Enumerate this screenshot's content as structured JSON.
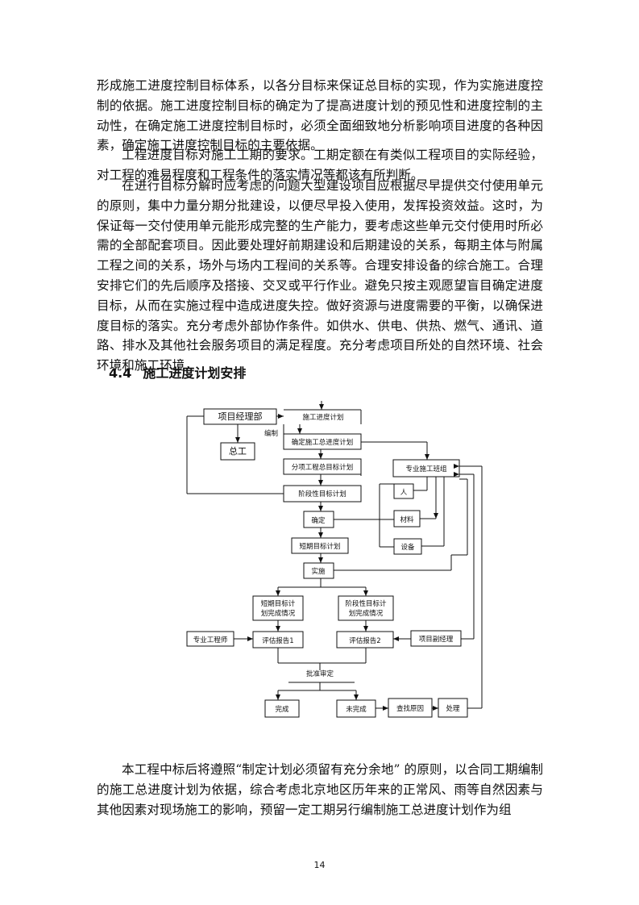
{
  "paragraphs": [
    "形成施工进度控制目标体系，以各分目标来保证总目标的实现，作为实施进度控制的依据。施工进度控制目标的确定为了提高进度计划的预见性和进度控制的主动性，在确定施工进度控制目标时，必须全面细致地分析影响项目进度的各种因素，确定施工进度控制目标的主要依据。",
    "工程进度目标对施工工期的要求。工期定额在有类似工程项目的实际经验，对工程的难易程度和工程条件的落实情况等都该有所判断。",
    "在进行目标分解时应考虑的问题大型建设项目应根据尽早提供交付使用单元的原则，集中力量分期分批建设，以便尽早投入使用，发挥投资效益。这时，为保证每一交付使用单元能形成完整的生产能力，要考虑这些单元交付使用时所必需的全部配套项目。因此要处理好前期建设和后期建设的关系，每期主体与附属工程之间的关系，场外与场内工程间的关系等。合理安排设备的综合施工。合理安排它们的先后顺序及搭接、交叉或平行作业。避免只按主观愿望盲目确定进度目标，从而在实施过程中造成进度失控。做好资源与进度需要的平衡，以确保进度目标的落实。充分考虑外部协作条件。如供水、供电、供热、燃气、通讯、道路、排水及其他社会服务项目的满足程度。充分考虑项目所处的自然环境、社会环境和施工环境"
  ],
  "section": {
    "number": "4.4",
    "title": "施工进度计划安排"
  },
  "diagram": {
    "project_manager": "项目经理部",
    "construction_schedule": "施工进度计划",
    "compile": "编制",
    "chief_engineer": "总工",
    "master_schedule": "确定施工总进度计划",
    "sub_targets": "分项工程总目标计划",
    "specialty_team": "专业施工班组",
    "stage_plan": "阶段性目标计划",
    "labor": "人",
    "confirm": "确定",
    "materials": "材料",
    "short_term_plan": "短期目标计划",
    "equipment": "设备",
    "implement": "实施",
    "short_term_done_line1": "短期目标计",
    "short_term_done_line2": "划完成情况",
    "stage_done_line1": "阶段性目标计",
    "stage_done_line2": "划完成情况",
    "specialty_engineer": "专业工程师",
    "evaluation_report_1": "评估报告1",
    "evaluation_report_2": "评估报告2",
    "deputy_manager": "项目副经理",
    "approval": "批准审定",
    "completed": "完成",
    "not_completed": "未完成",
    "analyze_cause": "查找原因",
    "handle": "处理"
  },
  "page_number": "14"
}
